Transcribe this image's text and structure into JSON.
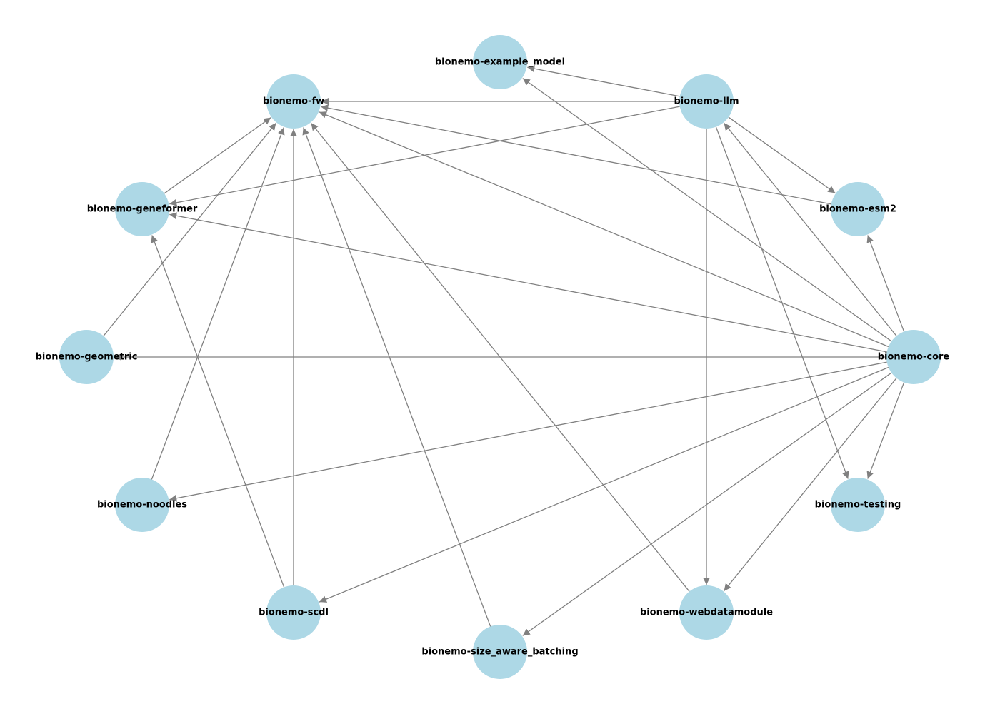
{
  "colors": {
    "node_fill": "#add8e6",
    "edge": "#808080",
    "label": "#000000",
    "background": "#ffffff"
  },
  "nodes": [
    {
      "id": "bionemo-example_model",
      "label": "bionemo-example_model"
    },
    {
      "id": "bionemo-fw",
      "label": "bionemo-fw"
    },
    {
      "id": "bionemo-llm",
      "label": "bionemo-llm"
    },
    {
      "id": "bionemo-geneformer",
      "label": "bionemo-geneformer"
    },
    {
      "id": "bionemo-esm2",
      "label": "bionemo-esm2"
    },
    {
      "id": "bionemo-geometric",
      "label": "bionemo-geometric"
    },
    {
      "id": "bionemo-core",
      "label": "bionemo-core"
    },
    {
      "id": "bionemo-noodles",
      "label": "bionemo-noodles"
    },
    {
      "id": "bionemo-testing",
      "label": "bionemo-testing"
    },
    {
      "id": "bionemo-scdl",
      "label": "bionemo-scdl"
    },
    {
      "id": "bionemo-webdatamodule",
      "label": "bionemo-webdatamodule"
    },
    {
      "id": "bionemo-size_aware_batching",
      "label": "bionemo-size_aware_batching"
    }
  ],
  "edges": [
    {
      "source": "bionemo-llm",
      "target": "bionemo-example_model"
    },
    {
      "source": "bionemo-llm",
      "target": "bionemo-fw"
    },
    {
      "source": "bionemo-llm",
      "target": "bionemo-geneformer"
    },
    {
      "source": "bionemo-llm",
      "target": "bionemo-esm2"
    },
    {
      "source": "bionemo-llm",
      "target": "bionemo-webdatamodule"
    },
    {
      "source": "bionemo-llm",
      "target": "bionemo-testing"
    },
    {
      "source": "bionemo-geneformer",
      "target": "bionemo-fw"
    },
    {
      "source": "bionemo-esm2",
      "target": "bionemo-fw"
    },
    {
      "source": "bionemo-geometric",
      "target": "bionemo-fw"
    },
    {
      "source": "bionemo-noodles",
      "target": "bionemo-fw"
    },
    {
      "source": "bionemo-scdl",
      "target": "bionemo-fw"
    },
    {
      "source": "bionemo-scdl",
      "target": "bionemo-geneformer"
    },
    {
      "source": "bionemo-size_aware_batching",
      "target": "bionemo-fw"
    },
    {
      "source": "bionemo-webdatamodule",
      "target": "bionemo-fw"
    },
    {
      "source": "bionemo-core",
      "target": "bionemo-fw"
    },
    {
      "source": "bionemo-core",
      "target": "bionemo-example_model"
    },
    {
      "source": "bionemo-core",
      "target": "bionemo-llm"
    },
    {
      "source": "bionemo-core",
      "target": "bionemo-esm2"
    },
    {
      "source": "bionemo-core",
      "target": "bionemo-geneformer"
    },
    {
      "source": "bionemo-core",
      "target": "bionemo-geometric"
    },
    {
      "source": "bionemo-core",
      "target": "bionemo-noodles"
    },
    {
      "source": "bionemo-core",
      "target": "bionemo-scdl"
    },
    {
      "source": "bionemo-core",
      "target": "bionemo-size_aware_batching"
    },
    {
      "source": "bionemo-core",
      "target": "bionemo-webdatamodule"
    },
    {
      "source": "bionemo-core",
      "target": "bionemo-testing"
    }
  ]
}
